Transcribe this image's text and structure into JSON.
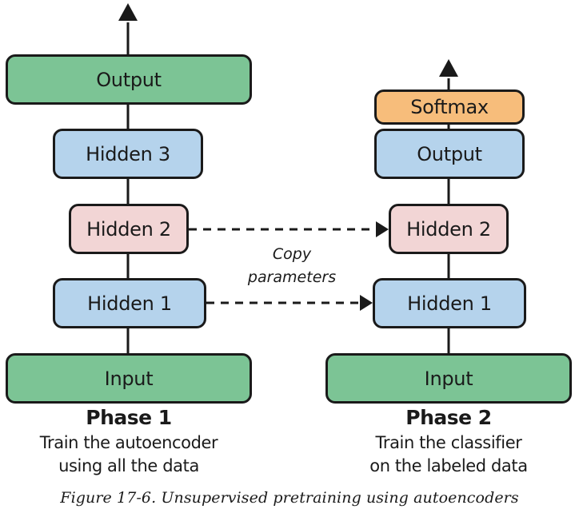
{
  "phase1": {
    "nodes": {
      "output": "Output",
      "hidden3": "Hidden 3",
      "hidden2": "Hidden 2",
      "hidden1": "Hidden 1",
      "input": "Input"
    },
    "title": "Phase 1",
    "desc_line1": "Train the autoencoder",
    "desc_line2": "using all the data"
  },
  "phase2": {
    "nodes": {
      "softmax": "Softmax",
      "output": "Output",
      "hidden2": "Hidden 2",
      "hidden1": "Hidden 1",
      "input": "Input"
    },
    "title": "Phase 2",
    "desc_line1": "Train the classifier",
    "desc_line2": "on the labeled data"
  },
  "copy_label": {
    "line1": "Copy",
    "line2": "parameters"
  },
  "caption": "Figure 17-6. Unsupervised pretraining using autoencoders",
  "colors": {
    "green": "#7cc495",
    "blue": "#b5d3ec",
    "pink": "#f2d5d5",
    "orange": "#f7bd7b",
    "line": "#1a1a1a"
  }
}
